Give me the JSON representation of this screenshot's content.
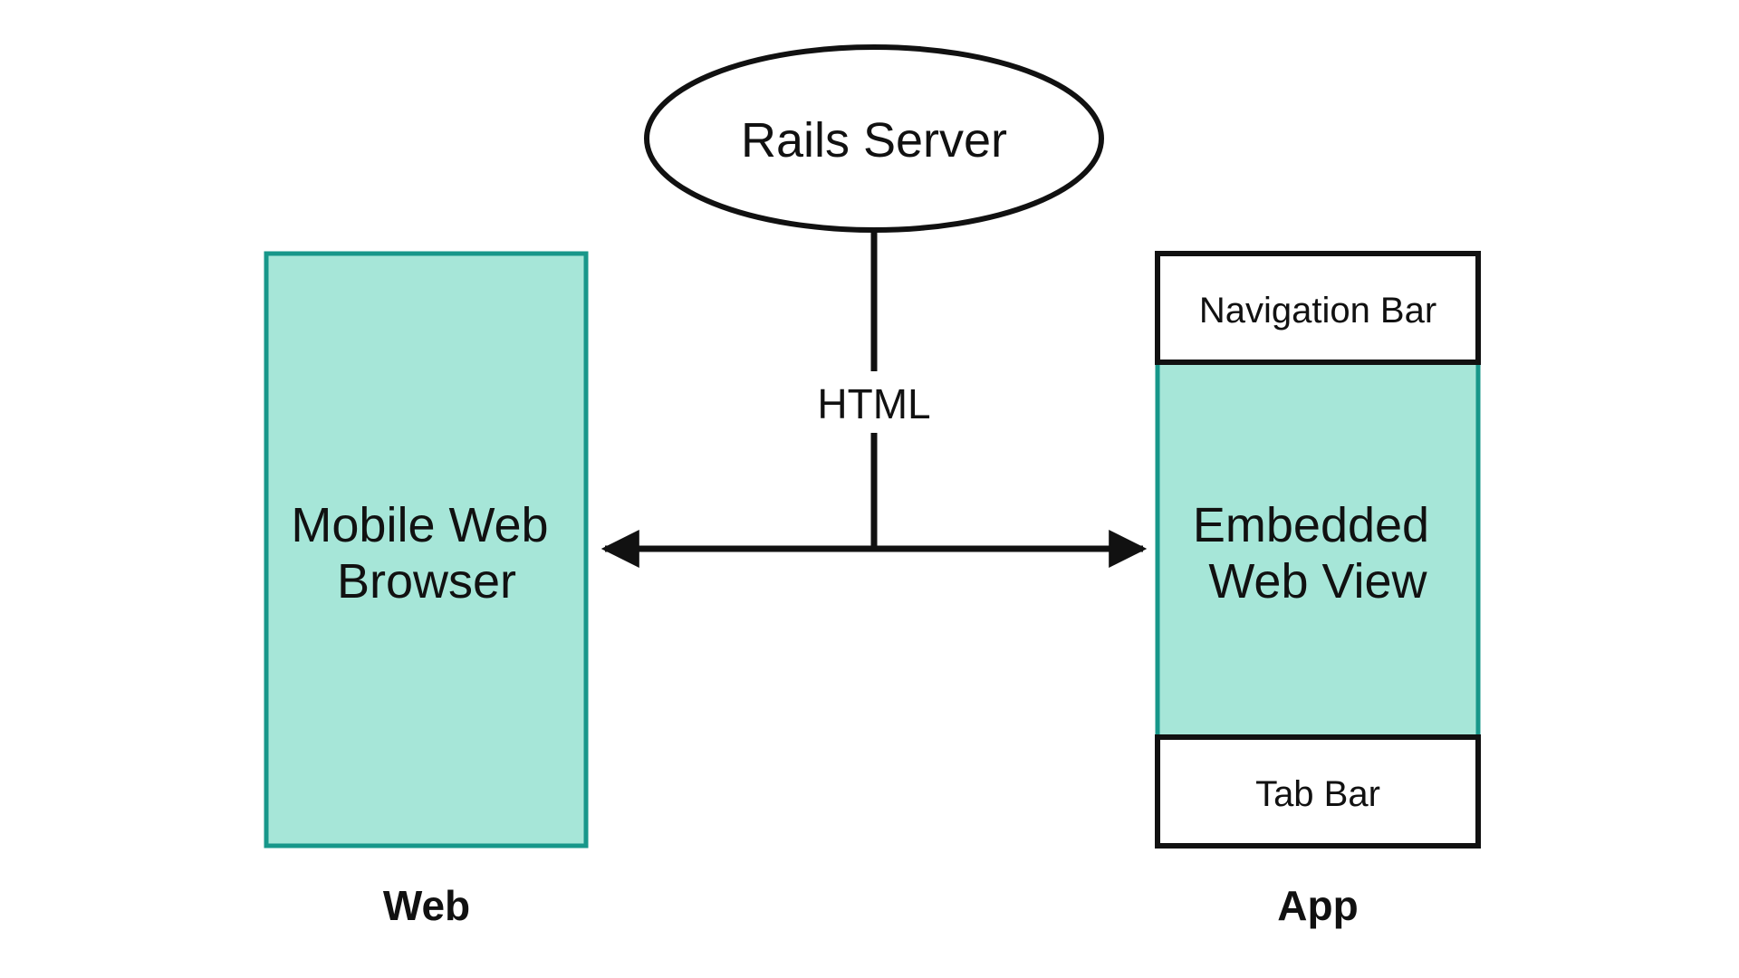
{
  "server": {
    "label": "Rails Server"
  },
  "connector": {
    "label": "HTML"
  },
  "web": {
    "browser_label_line1": "Mobile Web",
    "browser_label_line2": "Browser",
    "caption": "Web"
  },
  "app": {
    "navigation_bar_label": "Navigation Bar",
    "webview_label_line1": "Embedded",
    "webview_label_line2": "Web View",
    "tab_bar_label": "Tab Bar",
    "caption": "App"
  },
  "colors": {
    "panel_fill": "#a6e6d8",
    "panel_border": "#17978a",
    "ink": "#111111",
    "background": "#ffffff"
  }
}
